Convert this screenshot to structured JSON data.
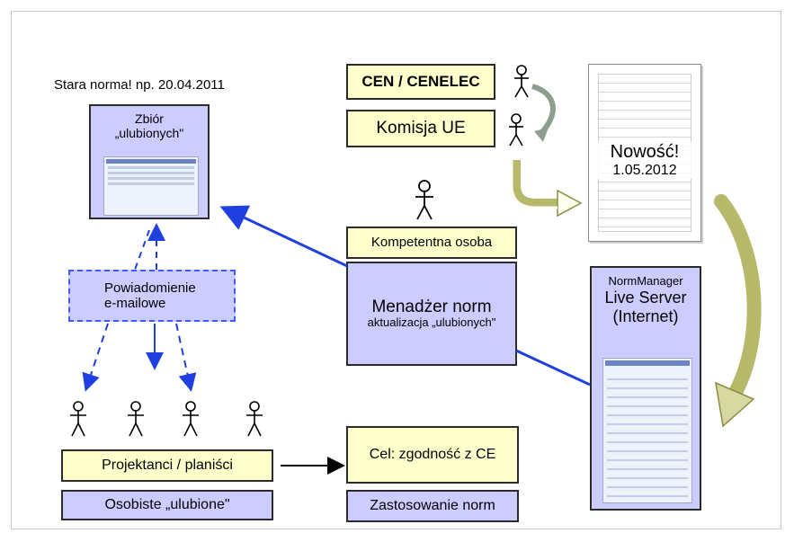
{
  "old_norm_label": "Stara norma! np. 20.04.2011",
  "favorites_box": {
    "line1": "Zbiór",
    "line2": "„ulubionych\""
  },
  "cen_label": "CEN / CENELEC",
  "commission_label": "Komisja UE",
  "new_doc": {
    "line1": "Nowość!",
    "line2": "1.05.2012"
  },
  "email_box": {
    "line1": "Powiadomienie",
    "line2": "e-mailowe"
  },
  "competent_label": "Kompetentna osoba",
  "manager_box": {
    "line1": "Menadżer norm",
    "line2": "aktualizacja „ulubionych\""
  },
  "server_box": {
    "line1": "NormManager",
    "line2": "Live Server",
    "line3": "(Internet)"
  },
  "designers_label": "Projektanci / planiści",
  "personal_favorites_label": "Osobiste „ulubione\"",
  "goal_label": "Cel: zgodność z CE",
  "application_label": "Zastosowanie norm",
  "colors": {
    "yellow": "#ffffcc",
    "purple": "#ccccff",
    "arrow_blue": "#1f3fe0",
    "curved_arrow": "#b6b86a"
  }
}
